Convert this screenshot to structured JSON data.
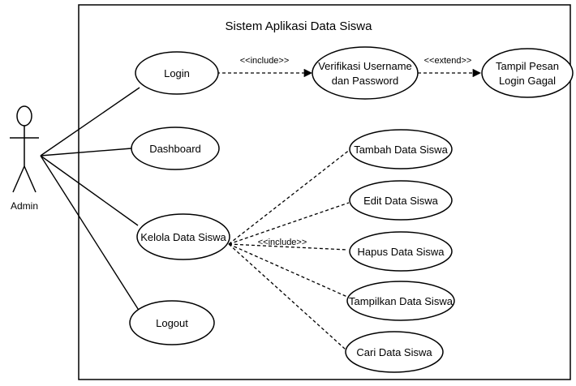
{
  "diagram": {
    "system_title": "Sistem Aplikasi Data Siswa",
    "actor": {
      "label": "Admin"
    },
    "use_cases": {
      "login": "Login",
      "verify_lines": [
        "Verifikasi Username",
        "dan Password"
      ],
      "fail_lines": [
        "Tampil Pesan",
        "Login Gagal"
      ],
      "dashboard": "Dashboard",
      "kelola": "Kelola Data Siswa",
      "logout": "Logout",
      "tambah": "Tambah Data Siswa",
      "edit": "Edit Data Siswa",
      "hapus": "Hapus Data Siswa",
      "tampilkan": "Tampilkan Data Siswa",
      "cari": "Cari Data Siswa"
    },
    "relations": {
      "include_login": "<<include>>",
      "extend": "<<extend>>",
      "include_kelola": "<<include>>"
    }
  }
}
